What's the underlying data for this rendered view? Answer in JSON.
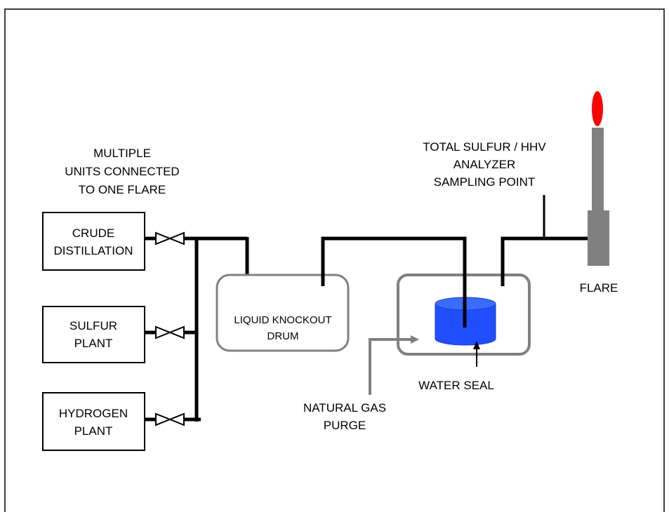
{
  "header_note": [
    "MULTIPLE",
    "UNITS CONNECTED",
    "TO ONE FLARE"
  ],
  "sources": [
    {
      "lines": [
        "CRUDE",
        "DISTILLATION"
      ]
    },
    {
      "lines": [
        "SULFUR",
        "PLANT"
      ]
    },
    {
      "lines": [
        "HYDROGEN",
        "PLANT"
      ]
    }
  ],
  "knockout_drum": {
    "lines": [
      "LIQUID KNOCKOUT",
      "DRUM"
    ]
  },
  "water_seal": {
    "label": "WATER SEAL"
  },
  "purge": {
    "lines": [
      "NATURAL GAS",
      "PURGE"
    ]
  },
  "analyzer": {
    "lines": [
      "TOTAL SULFUR / HHV",
      "ANALYZER",
      "SAMPLING POINT"
    ]
  },
  "flare": {
    "label": "FLARE"
  },
  "colors": {
    "pipe": "#000000",
    "vessel_outline": "#808080",
    "water": "#1f4fff",
    "water_top": "#3a6cff",
    "flame": "#ff0000",
    "stack": "#808080",
    "purge_line": "#808080"
  }
}
